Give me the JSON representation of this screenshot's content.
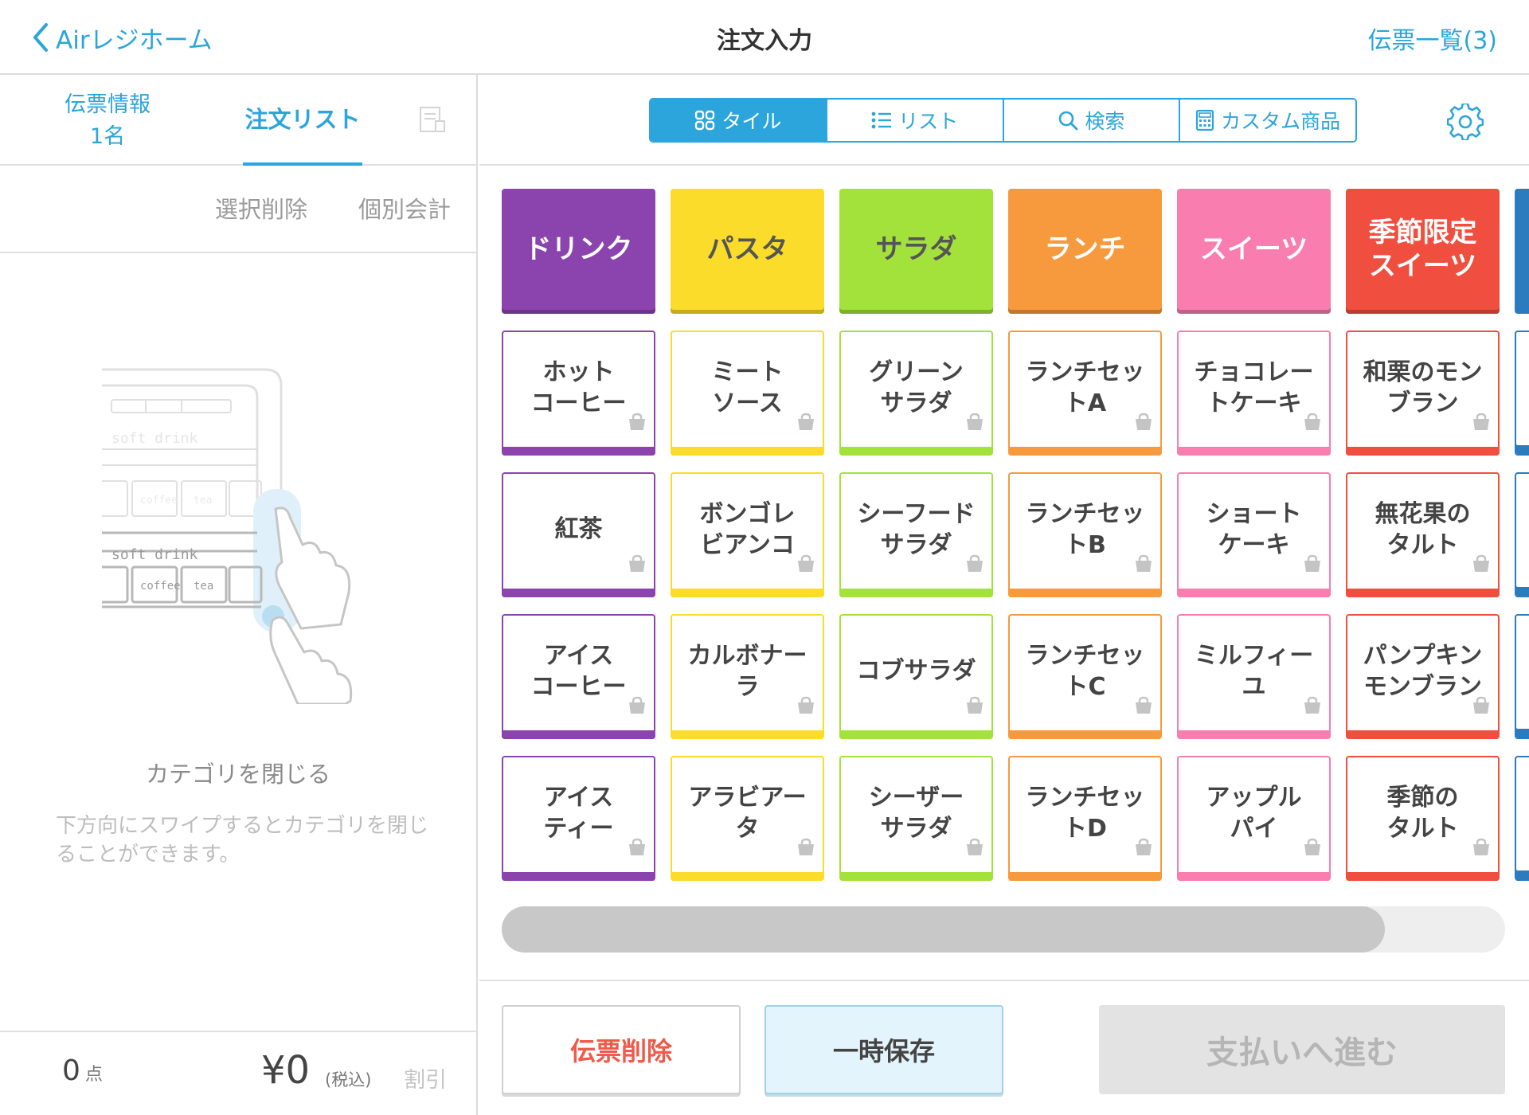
{
  "header": {
    "back_label": "Airレジホーム",
    "title": "注文入力",
    "slip_list_label": "伝票一覧(3)"
  },
  "left_panel": {
    "tabs": {
      "slip_info_line1": "伝票情報",
      "slip_info_line2": "1名",
      "order_list": "注文リスト"
    },
    "actions": {
      "delete_selected": "選択削除",
      "split_payment": "個別会計"
    },
    "illustration_labels": {
      "row1": "soft drink",
      "row2": "soft drink",
      "coffee": "coffee",
      "tea": "tea"
    },
    "hint_title": "カテゴリを閉じる",
    "hint_body": "下方向にスワイプするとカテゴリを閉じることができます。",
    "footer": {
      "count": "0",
      "count_unit": "点",
      "total": "¥0",
      "tax_label": "(税込)",
      "discount": "割引"
    }
  },
  "view_switch": {
    "tile": "タイル",
    "list": "リスト",
    "search": "検索",
    "custom": "カスタム商品",
    "active": "tile"
  },
  "categories": [
    {
      "name": "ドリンク",
      "color": "#8b44ad",
      "text_color": "#ffffff"
    },
    {
      "name": "パスタ",
      "color": "#fbdc2a",
      "text_color": "#555555"
    },
    {
      "name": "サラダ",
      "color": "#a3e23a",
      "text_color": "#555555"
    },
    {
      "name": "ランチ",
      "color": "#f79a3e",
      "text_color": "#ffffff"
    },
    {
      "name": "スイーツ",
      "color": "#f97dae",
      "text_color": "#ffffff"
    },
    {
      "name": "季節限定\nスイーツ",
      "color": "#f04f3f",
      "text_color": "#ffffff"
    }
  ],
  "items": [
    [
      "ホット\nコーヒー",
      "ミート\nソース",
      "グリーン\nサラダ",
      "ランチセッ\nトA",
      "チョコレー\nトケーキ",
      "和栗のモン\nブラン"
    ],
    [
      "紅茶",
      "ボンゴレ\nビアンコ",
      "シーフード\nサラダ",
      "ランチセッ\nトB",
      "ショート\nケーキ",
      "無花果の\nタルト"
    ],
    [
      "アイス\nコーヒー",
      "カルボナー\nラ",
      "コブサラダ",
      "ランチセッ\nトC",
      "ミルフィー\nユ",
      "パンプキン\nモンブラン"
    ],
    [
      "アイス\nティー",
      "アラビアー\nタ",
      "シーザー\nサラダ",
      "ランチセッ\nトD",
      "アップル\nパイ",
      "季節の\nタルト"
    ]
  ],
  "next_column_color": "#2b7bbf",
  "scroll_position": 0.88,
  "bottom_buttons": {
    "delete_slip": "伝票削除",
    "hold": "一時保存",
    "pay": "支払いへ進む"
  },
  "colors": {
    "accent": "#2ba5dc",
    "danger": "#ef5a4a"
  }
}
